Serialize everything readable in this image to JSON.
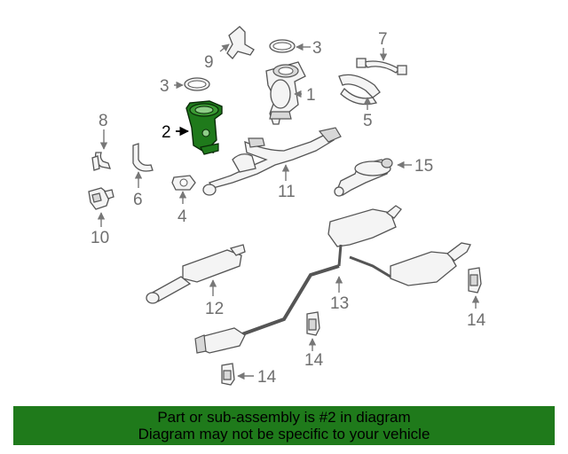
{
  "diagram": {
    "callouts": [
      "1",
      "2",
      "3",
      "3",
      "4",
      "5",
      "6",
      "7",
      "8",
      "9",
      "10",
      "11",
      "12",
      "13",
      "14",
      "14",
      "14",
      "15"
    ],
    "highlight_color": "#1f7a1b"
  },
  "banner": {
    "line1": "Part or sub-assembly is #2 in diagram",
    "line2": "Diagram may not be specific to your vehicle",
    "color": "#1f7a1b"
  }
}
